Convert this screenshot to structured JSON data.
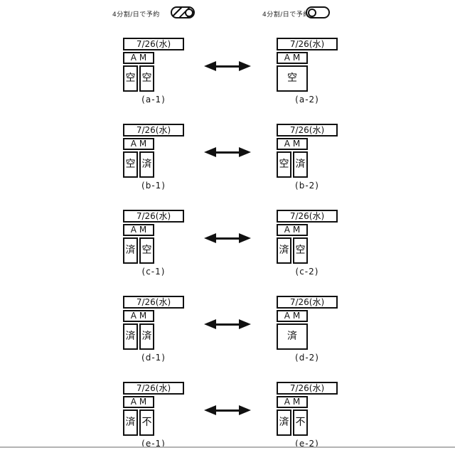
{
  "colors": {
    "line": "#111111",
    "background": "#ffffff",
    "edge_line": "#b3b3b3"
  },
  "toggles": {
    "on_example": {
      "label": "4分割/日で予約",
      "state": "on"
    },
    "off_example": {
      "label": "4分割/日で予約",
      "state": "off"
    }
  },
  "rows": [
    {
      "left": {
        "date": "7/26(水)",
        "period": "AM",
        "cells": [
          "空",
          "空"
        ],
        "caption": "(a-1)"
      },
      "right": {
        "date": "7/26(水)",
        "period": "AM",
        "cells": [
          "空"
        ],
        "caption": "(a-2)"
      }
    },
    {
      "left": {
        "date": "7/26(水)",
        "period": "AM",
        "cells": [
          "空",
          "済"
        ],
        "caption": "(b-1)"
      },
      "right": {
        "date": "7/26(水)",
        "period": "AM",
        "cells": [
          "空",
          "済"
        ],
        "caption": "(b-2)"
      }
    },
    {
      "left": {
        "date": "7/26(水)",
        "period": "AM",
        "cells": [
          "済",
          "空"
        ],
        "caption": "(c-1)"
      },
      "right": {
        "date": "7/26(水)",
        "period": "AM",
        "cells": [
          "済",
          "空"
        ],
        "caption": "(c-2)"
      }
    },
    {
      "left": {
        "date": "7/26(水)",
        "period": "AM",
        "cells": [
          "済",
          "済"
        ],
        "caption": "(d-1)"
      },
      "right": {
        "date": "7/26(水)",
        "period": "AM",
        "cells": [
          "済"
        ],
        "caption": "(d-2)"
      }
    },
    {
      "left": {
        "date": "7/26(水)",
        "period": "AM",
        "cells": [
          "済",
          "不"
        ],
        "caption": "(e-1)"
      },
      "right": {
        "date": "7/26(水)",
        "period": "AM",
        "cells": [
          "済",
          "不"
        ],
        "caption": "(e-2)"
      }
    }
  ]
}
